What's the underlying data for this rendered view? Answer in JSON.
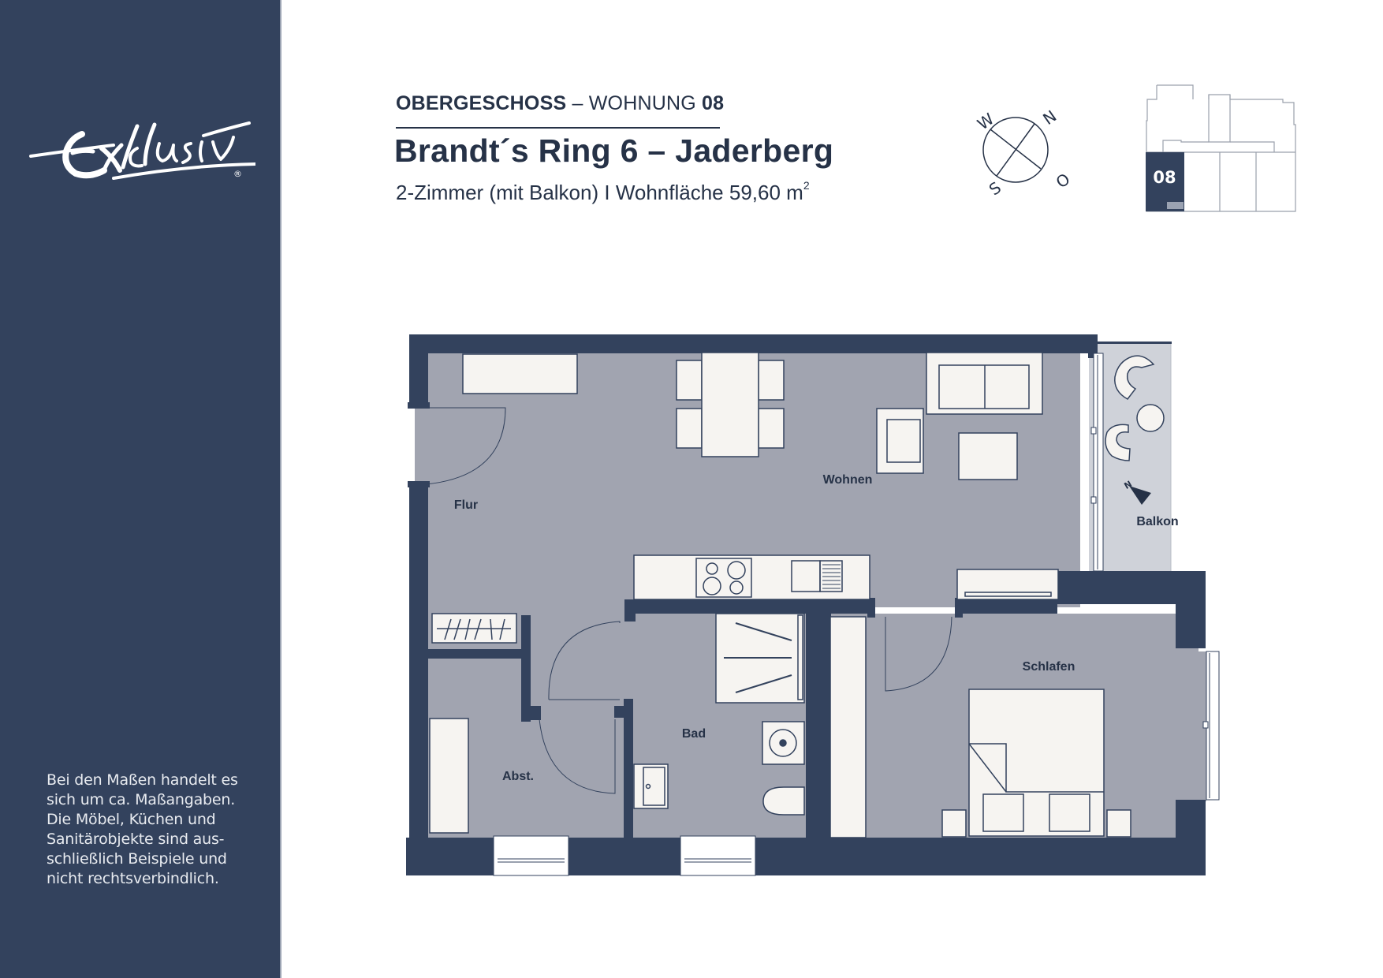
{
  "brand": {
    "logo_text": "Exklusiv",
    "registered_mark": "®",
    "colors": {
      "navy": "#33425d",
      "floor": "#a1a4b0",
      "balcony": "#cfd2d9",
      "furniture": "#f6f4f1",
      "text": "#263247"
    }
  },
  "header": {
    "floor_label": "OBERGESCHOSS",
    "separator": " – ",
    "unit_word": "WOHNUNG",
    "unit_number": "08",
    "title": "Brandt´s Ring 6 – Jaderberg",
    "subtitle_rooms": "2-Zimmer (mit Balkon)",
    "subtitle_divider": " I ",
    "subtitle_area_label": "Wohnfläche 59,60 m",
    "subtitle_area_sup": "2"
  },
  "compass": {
    "north": "N",
    "east": "O",
    "south": "S",
    "west": "W"
  },
  "keyplan": {
    "highlighted_unit": "08"
  },
  "rooms": {
    "flur": "Flur",
    "wohnen": "Wohnen",
    "balkon": "Balkon",
    "abst": "Abst.",
    "bad": "Bad",
    "schlafen": "Schlafen"
  },
  "disclaimer": {
    "lines": [
      "Bei den Maßen handelt es",
      "sich um ca. Maßangaben.",
      "Die Möbel, Küchen und",
      "Sanitärobjekte sind aus-",
      "schließlich Beispiele und",
      "nicht rechtsverbindlich."
    ]
  }
}
